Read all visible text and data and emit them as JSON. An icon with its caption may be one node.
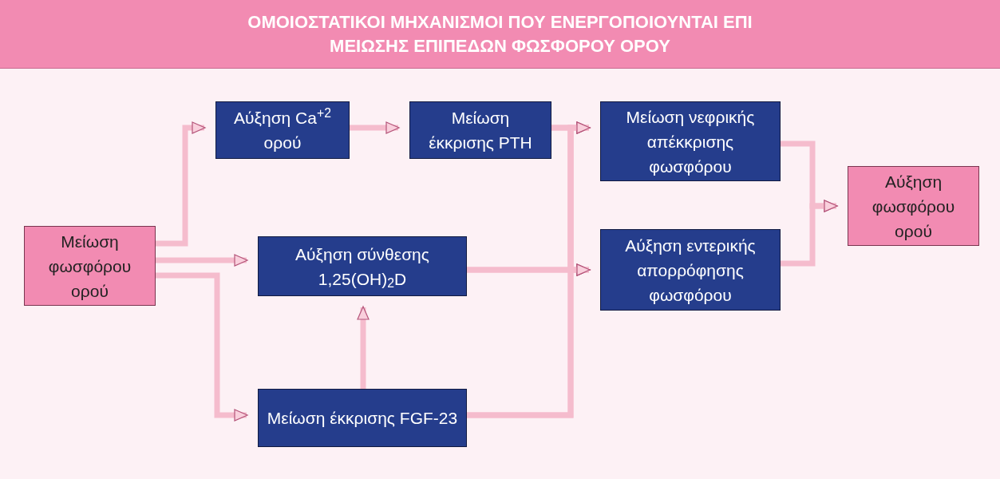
{
  "diagram": {
    "title": "ΟΜΟΙΟΣΤΑΤΙΚΟΙ ΜΗΧΑΝΙΣΜΟΙ ΠΟΥ ΕΝΕΡΓΟΠΟΙΟΥΝΤΑΙ ΕΠΙ ΜΕΙΩΣΗΣ ΕΠΙΠΕΔΩΝ ΦΩΣΦΟΡΟΥ ΟΡΟΥ",
    "nodes": [
      {
        "text": [
          "Μείωση φωσφόρου ορού"
        ]
      },
      {
        "text": [
          "Αύξηση Ca$^{+2}$ ορού"
        ]
      },
      {
        "text": [
          "Μείωση έκκρισης PTH"
        ]
      },
      {
        "text": [
          "Αύξηση σύνθεσης 1,25(OH)$_{2}$D"
        ]
      },
      {
        "text": [
          "Μείωση έκκρισης FGF-23"
        ]
      },
      {
        "text": [
          "Μείωση νεφρικής απέκκρισης φωσφόρου"
        ]
      },
      {
        "text": [
          "Αύξηση εντερικής απορρόφησης φωσφόρου"
        ]
      },
      {
        "text": [
          "Αύξηση φωσφόρου ορού"
        ]
      }
    ],
    "edges": [
      {
        "from": 0,
        "to": 1,
        "arrow": "to"
      },
      {
        "from": 0,
        "to": 3,
        "arrow": "to"
      },
      {
        "from": 0,
        "to": 4,
        "arrow": "to"
      },
      {
        "from": 1,
        "to": 2,
        "arrow": "to"
      },
      {
        "from": 4,
        "to": 3,
        "arrow": "to"
      },
      {
        "from": 2,
        "to": 5,
        "arrow": "to"
      },
      {
        "from": 2,
        "to": 6,
        "arrow": "to"
      },
      {
        "from": 3,
        "to": 5,
        "arrow": "to"
      },
      {
        "from": 3,
        "to": 6,
        "arrow": "to"
      },
      {
        "from": 4,
        "to": 5,
        "arrow": "to"
      },
      {
        "from": 4,
        "to": 6,
        "arrow": "to"
      },
      {
        "from": 5,
        "to": 7,
        "arrow": "to"
      },
      {
        "from": 6,
        "to": 7,
        "arrow": "to"
      }
    ]
  }
}
